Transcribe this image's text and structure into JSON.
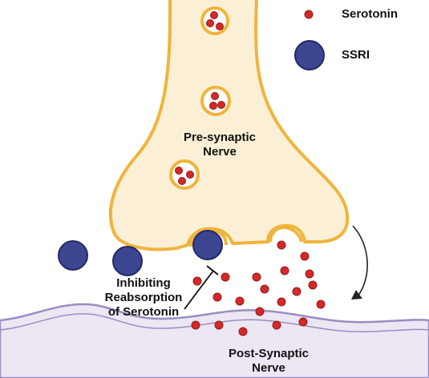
{
  "legend": {
    "serotonin_label": "Serotonin",
    "ssri_label": "SSRI"
  },
  "labels": {
    "pre_synaptic_line1": "Pre-synaptic",
    "pre_synaptic_line2": "Nerve",
    "inhibiting_line1": "Inhibiting",
    "inhibiting_line2": "Reabsorption",
    "inhibiting_line3": "of Serotonin",
    "post_synaptic_line1": "Post-Synaptic",
    "post_synaptic_line2": "Nerve"
  },
  "colors": {
    "neuron_fill": "#fbf0d6",
    "neuron_outline": "#f0b43c",
    "serotonin": "#d62828",
    "serotonin_outline": "#8e1b1b",
    "ssri": "#3c4690",
    "ssri_outline": "#232a66",
    "membrane_fill": "#ece7f3",
    "membrane_outline": "#9a8cc4",
    "text": "#111111"
  }
}
